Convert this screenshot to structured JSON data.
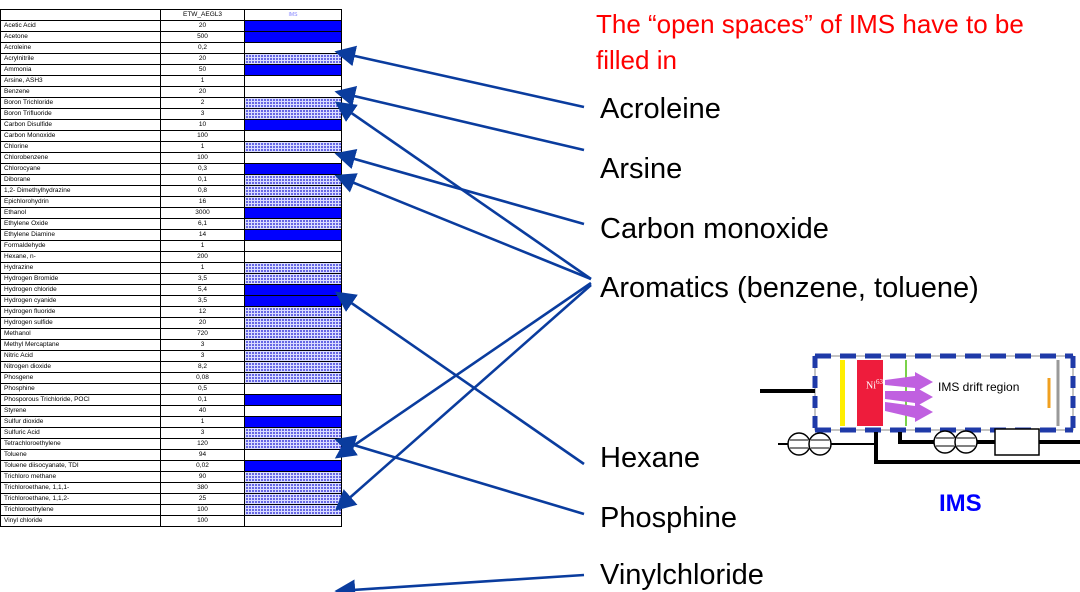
{
  "table": {
    "headers": [
      "",
      "ETW_AEGL3",
      "IMS"
    ],
    "rows": [
      {
        "name": "Acetic Acid",
        "value": "20",
        "status": "solid"
      },
      {
        "name": "Acetone",
        "value": "500",
        "status": "solid"
      },
      {
        "name": "Acroleine",
        "value": "0,2",
        "status": "empty"
      },
      {
        "name": "Acrylnitrile",
        "value": "20",
        "status": "dotted"
      },
      {
        "name": "Ammonia",
        "value": "50",
        "status": "solid"
      },
      {
        "name": "Arsine, ASH3",
        "value": "1",
        "status": "empty"
      },
      {
        "name": "Benzene",
        "value": "20",
        "status": "empty"
      },
      {
        "name": "Boron Trichloride",
        "value": "2",
        "status": "dotted"
      },
      {
        "name": "Boron Trifluoride",
        "value": "3",
        "status": "dotted"
      },
      {
        "name": "Carbon Disulfide",
        "value": "10",
        "status": "solid"
      },
      {
        "name": "Carbon Monoxide",
        "value": "100",
        "status": "empty"
      },
      {
        "name": "Chlorine",
        "value": "1",
        "status": "dotted"
      },
      {
        "name": "Chlorobenzene",
        "value": "100",
        "status": "empty"
      },
      {
        "name": "Chlorocyane",
        "value": "0,3",
        "status": "solid"
      },
      {
        "name": "Diborane",
        "value": "0,1",
        "status": "dotted"
      },
      {
        "name": "1,2- Dimethylhydrazine",
        "value": "0,8",
        "status": "dotted"
      },
      {
        "name": "Epichlorohydrin",
        "value": "16",
        "status": "dotted"
      },
      {
        "name": "Ethanol",
        "value": "3000",
        "status": "solid"
      },
      {
        "name": "Ethylene Oxide",
        "value": "6,1",
        "status": "dotted"
      },
      {
        "name": "Ethylene Diamine",
        "value": "14",
        "status": "solid"
      },
      {
        "name": "Formaldehyde",
        "value": "1",
        "status": "empty"
      },
      {
        "name": "Hexane, n-",
        "value": "200",
        "status": "empty"
      },
      {
        "name": "Hydrazine",
        "value": "1",
        "status": "dotted"
      },
      {
        "name": "Hydrogen Bromide",
        "value": "3,5",
        "status": "dotted"
      },
      {
        "name": "Hydrogen chloride",
        "value": "5,4",
        "status": "solid"
      },
      {
        "name": "Hydrogen cyanide",
        "value": "3,5",
        "status": "solid"
      },
      {
        "name": "Hydrogen fluoride",
        "value": "12",
        "status": "dotted"
      },
      {
        "name": "Hydrogen sulfide",
        "value": "20",
        "status": "dotted"
      },
      {
        "name": "Methanol",
        "value": "720",
        "status": "dotted"
      },
      {
        "name": "Methyl Mercaptane",
        "value": "3",
        "status": "dotted"
      },
      {
        "name": "Nitric Acid",
        "value": "3",
        "status": "dotted"
      },
      {
        "name": "Nitrogen dioxide",
        "value": "8,2",
        "status": "dotted"
      },
      {
        "name": "Phosgene",
        "value": "0,08",
        "status": "dotted"
      },
      {
        "name": "Phosphine",
        "value": "0,5",
        "status": "empty"
      },
      {
        "name": "Phosporous Trichloride, POCl",
        "value": "0,1",
        "status": "solid"
      },
      {
        "name": "Styrene",
        "value": "40",
        "status": "empty"
      },
      {
        "name": "Sulfur dioxide",
        "value": "1",
        "status": "solid"
      },
      {
        "name": "Sulfuric Acid",
        "value": "3",
        "status": "dotted"
      },
      {
        "name": "Tetrachloroethylene",
        "value": "120",
        "status": "dotted"
      },
      {
        "name": "Toluene",
        "value": "94",
        "status": "empty"
      },
      {
        "name": "Toluene diisocyanate, TDI",
        "value": "0,02",
        "status": "solid"
      },
      {
        "name": "Trichloro methane",
        "value": "90",
        "status": "dotted"
      },
      {
        "name": "Trichloroethane, 1,1,1-",
        "value": "380",
        "status": "dotted"
      },
      {
        "name": "Trichloroethane, 1,1,2-",
        "value": "25",
        "status": "dotted"
      },
      {
        "name": "Trichloroethylene",
        "value": "100",
        "status": "dotted"
      },
      {
        "name": "Vinyl chloride",
        "value": "100",
        "status": "empty"
      }
    ]
  },
  "note": "The “open spaces” of IMS have to be filled in",
  "labels": {
    "acroleine": "Acroleine",
    "arsine": "Arsine",
    "carbon_monoxide": "Carbon monoxide",
    "aromatics": "Aromatics (benzene, toluene)",
    "hexane": "Hexane",
    "phosphine": "Phosphine",
    "vinylchloride": "Vinylchloride"
  },
  "ims_diagram": {
    "caption": "IMS",
    "drift_label": "IMS drift region",
    "source_label": "Ni63"
  },
  "colors": {
    "accent_blue": "#0000ff",
    "arrow_blue": "#0a3c9e",
    "note_red": "#ff0000",
    "source_red": "#ee1c3c",
    "ion_purple": "#c060e0"
  }
}
